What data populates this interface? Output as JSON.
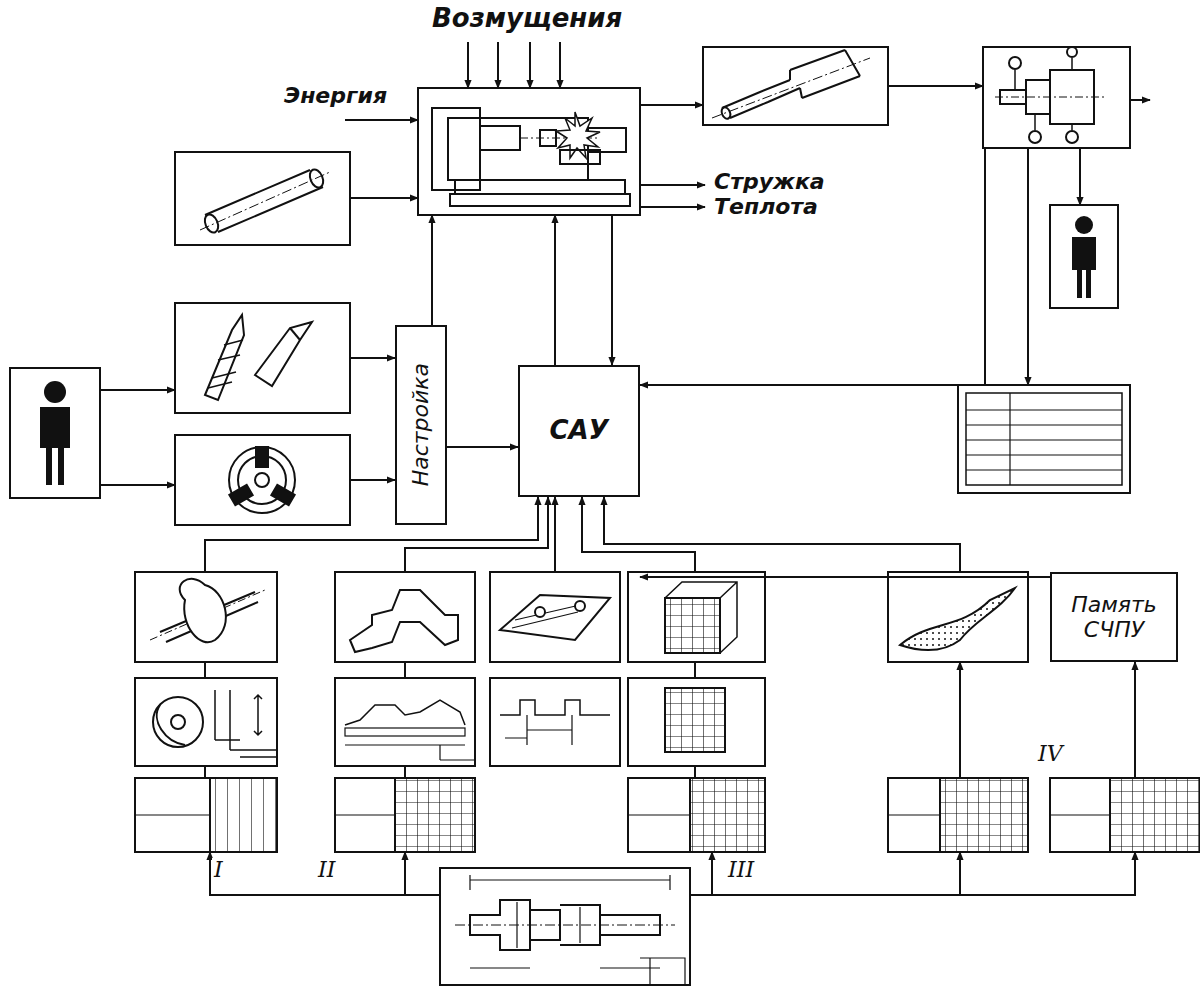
{
  "diagram": {
    "nodes": [
      {
        "text": [
          "Настройка"
        ]
      },
      {
        "text": [
          "САУ"
        ]
      },
      {
        "text": [
          "Память СЧПУ"
        ]
      }
    ],
    "edges": [
      {
        "from": 0,
        "to": 1,
        "arrow": "to"
      },
      {
        "from": 2,
        "to": 1,
        "arrow": "to"
      }
    ],
    "labels": [
      "Возмущения",
      "Энергия",
      "Стружка",
      "Теплота",
      "I",
      "II",
      "III",
      "IV"
    ]
  }
}
